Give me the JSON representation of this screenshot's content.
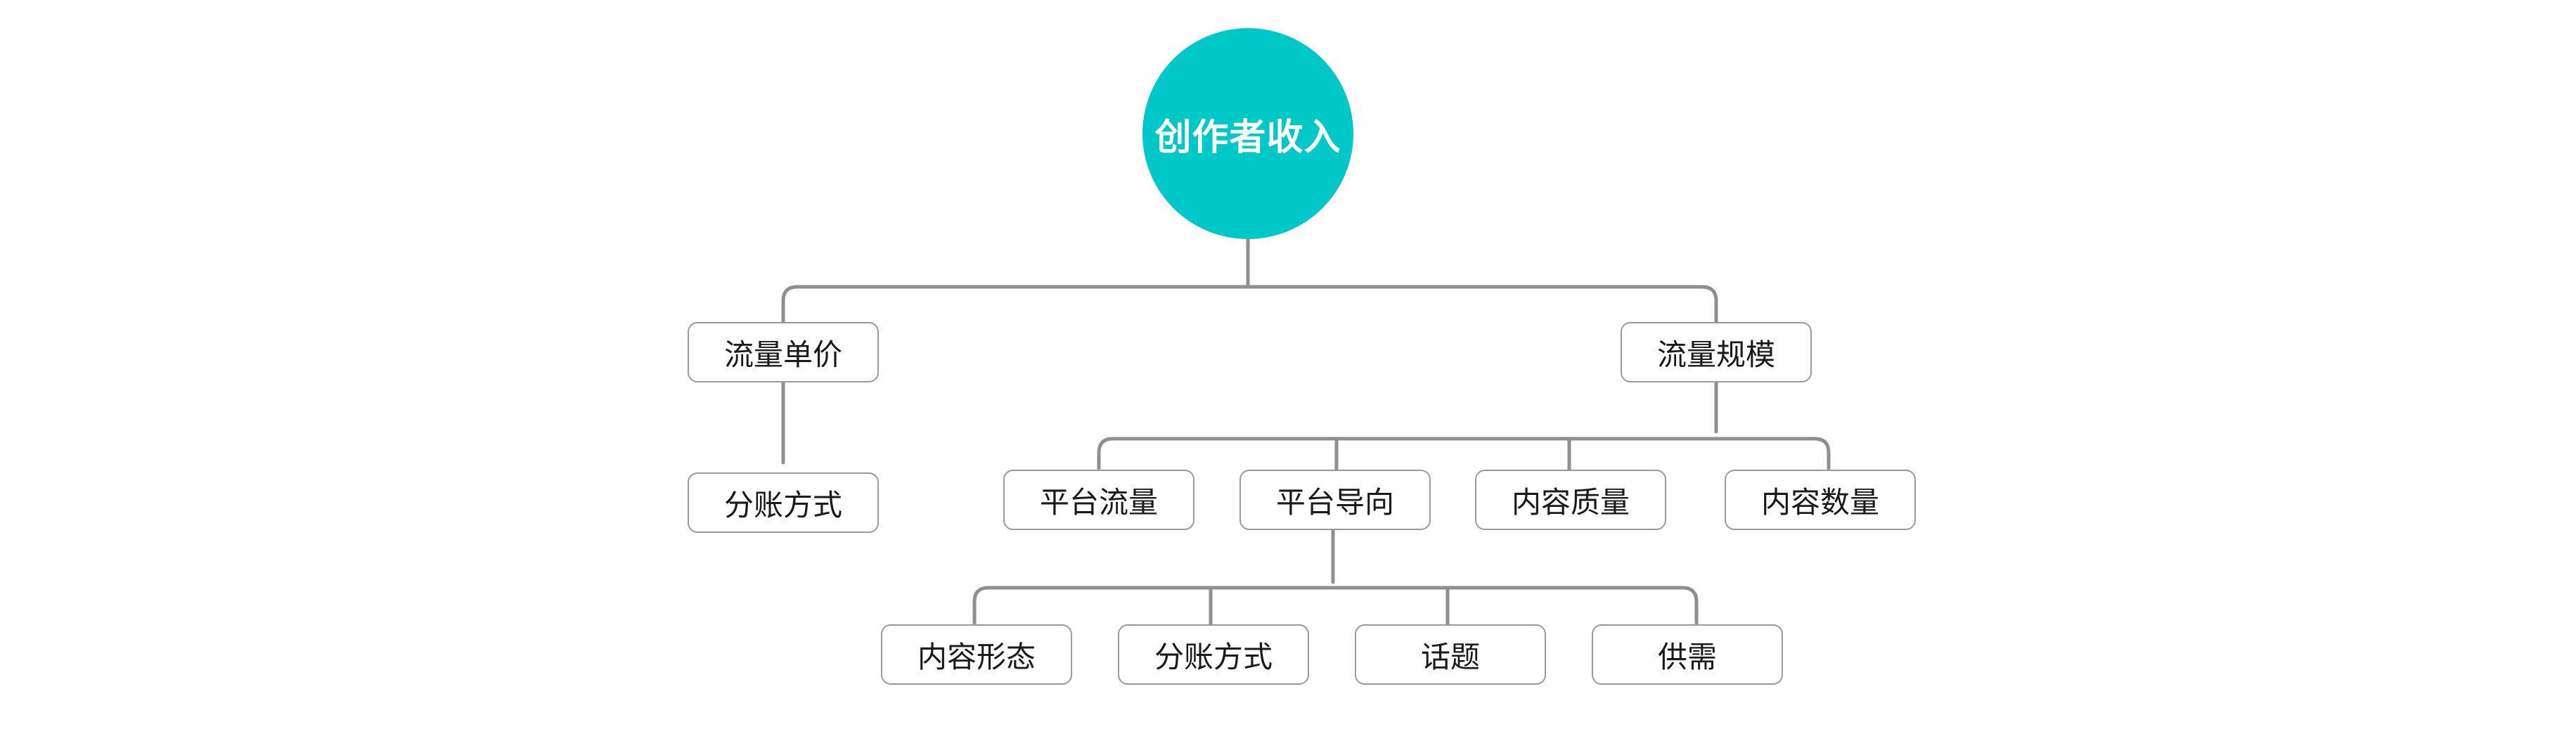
{
  "root": {
    "label": "创作者收入"
  },
  "level1": {
    "left": {
      "label": "流量单价"
    },
    "right": {
      "label": "流量规模"
    }
  },
  "level2": {
    "left_child": {
      "label": "分账方式"
    },
    "right_children": [
      {
        "label": "平台流量"
      },
      {
        "label": "平台导向"
      },
      {
        "label": "内容质量"
      },
      {
        "label": "内容数量"
      }
    ]
  },
  "level3": {
    "children": [
      {
        "label": "内容形态"
      },
      {
        "label": "分账方式"
      },
      {
        "label": "话题"
      },
      {
        "label": "供需"
      }
    ]
  },
  "colors": {
    "root_fill": "#00c8c8",
    "connector": "#8f8f8f",
    "node_border": "#9a9a9a"
  }
}
